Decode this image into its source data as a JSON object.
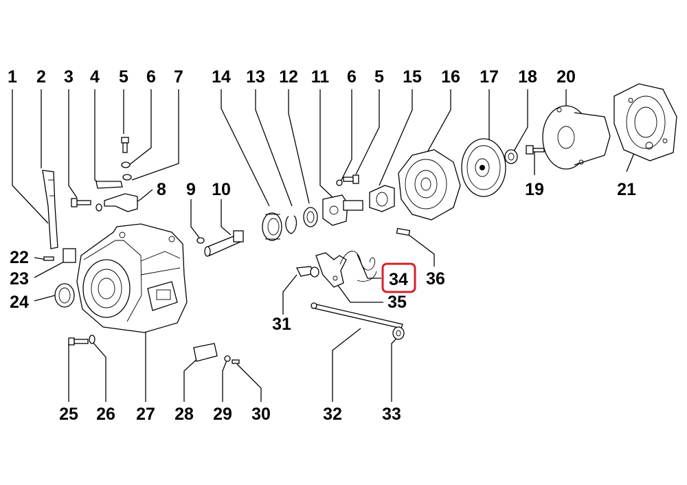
{
  "highlight": {
    "label": "34",
    "color": "#d4202a"
  },
  "labels": [
    {
      "id": "1",
      "text": "1"
    },
    {
      "id": "2",
      "text": "2"
    },
    {
      "id": "3",
      "text": "3"
    },
    {
      "id": "4",
      "text": "4"
    },
    {
      "id": "5a",
      "text": "5"
    },
    {
      "id": "6a",
      "text": "6"
    },
    {
      "id": "7",
      "text": "7"
    },
    {
      "id": "8",
      "text": "8"
    },
    {
      "id": "9",
      "text": "9"
    },
    {
      "id": "10",
      "text": "10"
    },
    {
      "id": "14",
      "text": "14"
    },
    {
      "id": "13",
      "text": "13"
    },
    {
      "id": "12",
      "text": "12"
    },
    {
      "id": "11",
      "text": "11"
    },
    {
      "id": "6b",
      "text": "6"
    },
    {
      "id": "5b",
      "text": "5"
    },
    {
      "id": "15",
      "text": "15"
    },
    {
      "id": "16",
      "text": "16"
    },
    {
      "id": "17",
      "text": "17"
    },
    {
      "id": "18",
      "text": "18"
    },
    {
      "id": "20",
      "text": "20"
    },
    {
      "id": "19",
      "text": "19"
    },
    {
      "id": "21",
      "text": "21"
    },
    {
      "id": "22",
      "text": "22"
    },
    {
      "id": "23",
      "text": "23"
    },
    {
      "id": "24",
      "text": "24"
    },
    {
      "id": "31",
      "text": "31"
    },
    {
      "id": "34",
      "text": "34"
    },
    {
      "id": "35",
      "text": "35"
    },
    {
      "id": "36",
      "text": "36"
    },
    {
      "id": "25",
      "text": "25"
    },
    {
      "id": "26",
      "text": "26"
    },
    {
      "id": "27",
      "text": "27"
    },
    {
      "id": "28",
      "text": "28"
    },
    {
      "id": "29",
      "text": "29"
    },
    {
      "id": "30",
      "text": "30"
    },
    {
      "id": "32",
      "text": "32"
    },
    {
      "id": "33",
      "text": "33"
    }
  ]
}
